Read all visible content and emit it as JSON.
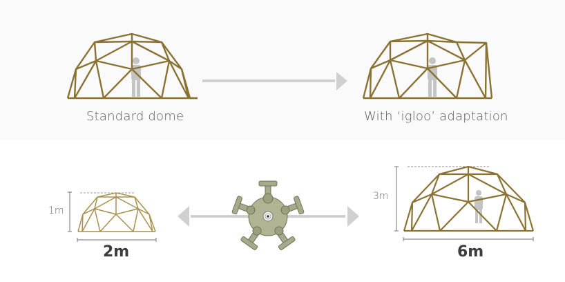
{
  "colors": {
    "frame": "#8a7232",
    "arrow": "#d0d0d0",
    "person": "#c4c4c4",
    "dimension_line": "#8a8a8a",
    "hub": "#a7ab8c",
    "panel_bg": "#fafafa"
  },
  "top": {
    "left_caption": "Standard dome",
    "right_caption": "With ‘igloo’ adaptation"
  },
  "bottom": {
    "small_dome": {
      "height_label": "1m",
      "width_label": "2m"
    },
    "large_dome": {
      "height_label": "3m",
      "width_label": "6m"
    },
    "hub_icon": "connector-hub-icon"
  }
}
